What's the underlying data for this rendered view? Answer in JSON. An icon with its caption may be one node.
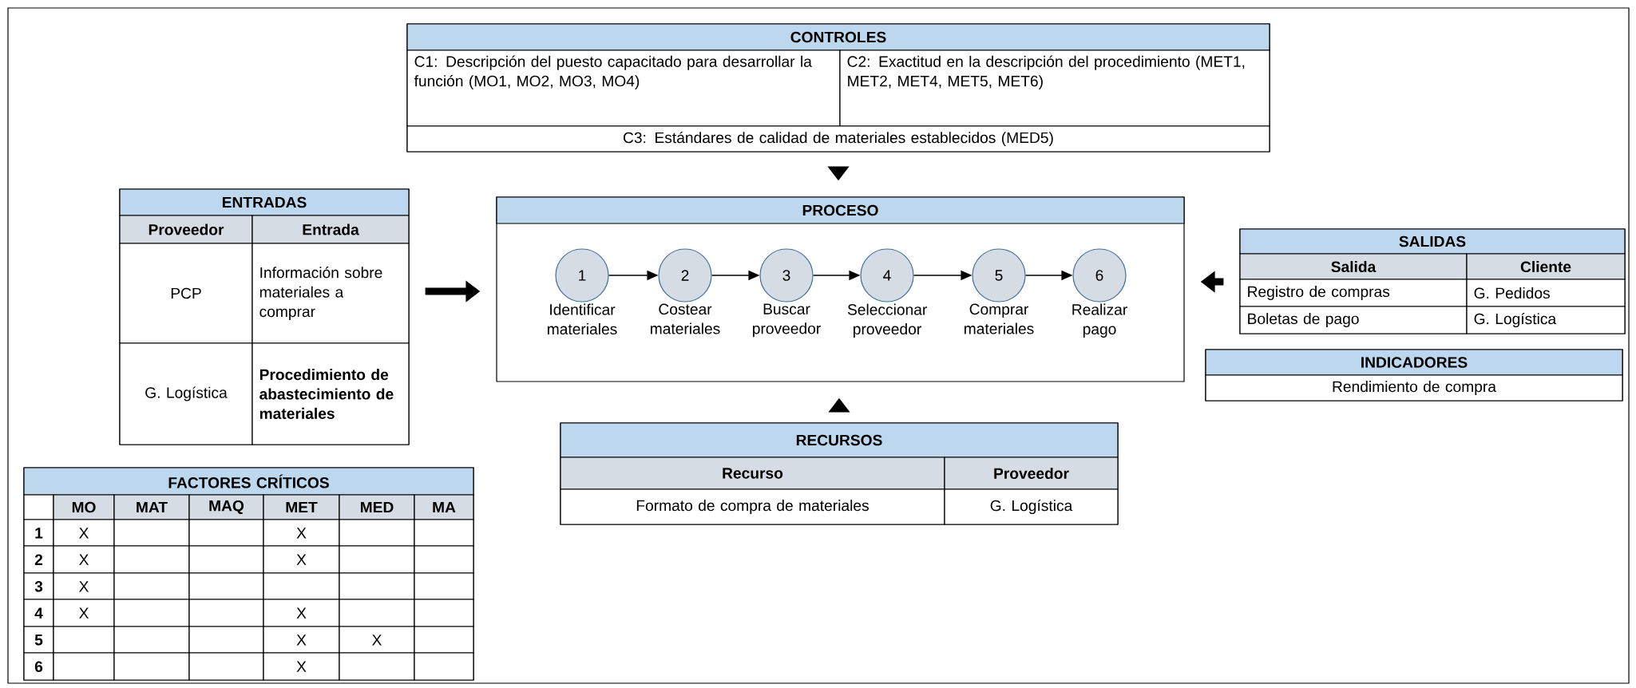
{
  "diagram": {
    "nodes": [
      {
        "text": [
          "CONTROLES",
          "C1: Descripción del puesto capacitado para desarrollar la función (MO1, MO2, MO3, MO4)",
          "C2: Exactitud en la descripción del procedimiento (MET1, MET2, MET4, MET5, MET6)",
          "C3: Estándares de calidad de materiales establecidos (MED5)"
        ]
      },
      {
        "text": [
          "ENTRADAS",
          "Proveedor",
          "Entrada",
          "PCP",
          "Información sobre materiales a comprar",
          "G. Logística",
          "Procedimiento de abastecimiento de materiales"
        ]
      },
      {
        "text": [
          "PROCESO"
        ]
      },
      {
        "text": [
          "1"
        ],
        "in": 2,
        "beside": [
          "Identificar materiales"
        ]
      },
      {
        "text": [
          "2"
        ],
        "in": 2,
        "beside": [
          "Costear materiales"
        ]
      },
      {
        "text": [
          "3"
        ],
        "in": 2,
        "beside": [
          "Buscar proveedor"
        ]
      },
      {
        "text": [
          "4"
        ],
        "in": 2,
        "beside": [
          "Seleccionar proveedor"
        ]
      },
      {
        "text": [
          "5"
        ],
        "in": 2,
        "beside": [
          "Comprar materiales"
        ]
      },
      {
        "text": [
          "6"
        ],
        "in": 2,
        "beside": [
          "Realizar pago"
        ]
      },
      {
        "text": [
          "SALIDAS",
          "Salida",
          "Cliente",
          "Registro de compras",
          "G. Pedidos",
          "Boletas de pago",
          "G. Logística"
        ]
      },
      {
        "text": [
          "INDICADORES",
          "Rendimiento de compra"
        ]
      },
      {
        "text": [
          "RECURSOS",
          "Recurso",
          "Proveedor",
          "Formato de compra de materiales",
          "G. Logística"
        ]
      },
      {
        "text": [
          "FACTORES CRÍTICOS",
          "MO",
          "MAT",
          "MAQ",
          "MET",
          "MED",
          "MA",
          "1",
          "X",
          "X",
          "2",
          "X",
          "X",
          "3",
          "X",
          "4",
          "X",
          "X",
          "5",
          "X",
          "X",
          "6",
          "X"
        ]
      }
    ],
    "edges": [
      {
        "from": 0,
        "to": 2,
        "arrow": "to",
        "style": "thick"
      },
      {
        "from": 1,
        "to": 2,
        "arrow": "to",
        "style": "thick"
      },
      {
        "from": 9,
        "to": 2,
        "arrow": "to",
        "style": "thick"
      },
      {
        "from": 11,
        "to": 2,
        "arrow": "to",
        "style": "thick"
      },
      {
        "from": 3,
        "to": 4,
        "arrow": "to"
      },
      {
        "from": 4,
        "to": 5,
        "arrow": "to"
      },
      {
        "from": 5,
        "to": 6,
        "arrow": "to"
      },
      {
        "from": 6,
        "to": 7,
        "arrow": "to"
      },
      {
        "from": 7,
        "to": 8,
        "arrow": "to"
      }
    ]
  }
}
